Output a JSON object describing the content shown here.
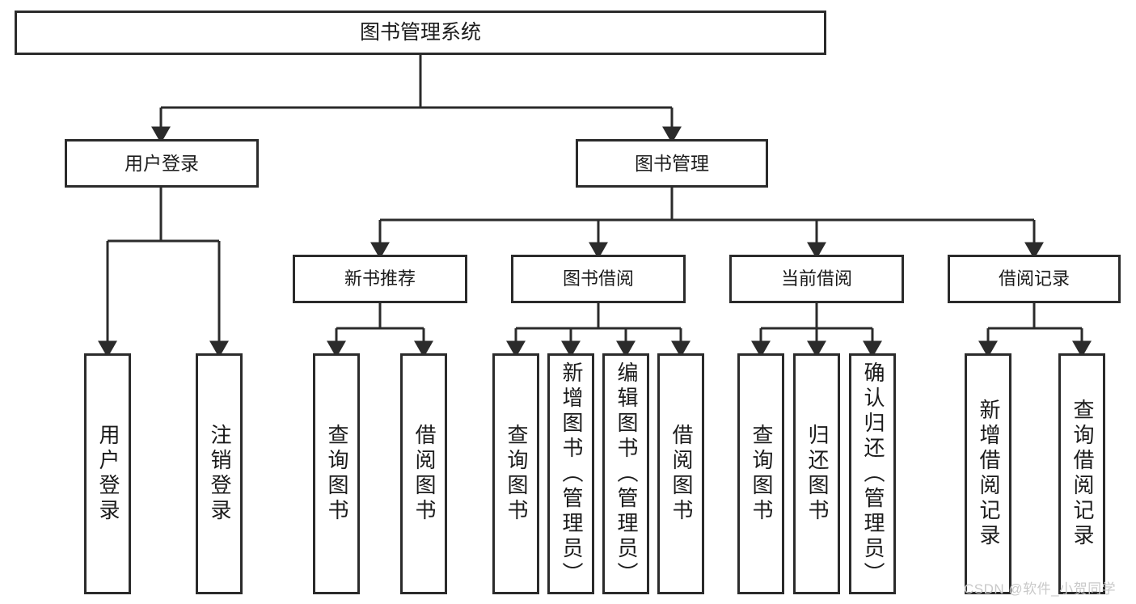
{
  "diagram": {
    "title": "图书管理系统",
    "type": "hierarchy-tree",
    "colors": {
      "border": "#2b2b2b",
      "text": "#1b1b1b",
      "background": "#ffffff",
      "watermark": "#c9c9c9"
    },
    "nodes": {
      "root": {
        "label": "图书管理系统",
        "level": 1
      },
      "level2": [
        {
          "label": "用户登录",
          "level": 2
        },
        {
          "label": "图书管理",
          "level": 2
        }
      ],
      "level3": [
        {
          "label": "新书推荐",
          "level": 3,
          "parent": "图书管理"
        },
        {
          "label": "图书借阅",
          "level": 3,
          "parent": "图书管理"
        },
        {
          "label": "当前借阅",
          "level": 3,
          "parent": "图书管理"
        },
        {
          "label": "借阅记录",
          "level": 3,
          "parent": "图书管理"
        }
      ],
      "leaves": [
        {
          "label": "用户登录",
          "parent": "用户登录"
        },
        {
          "label": "注销登录",
          "parent": "用户登录"
        },
        {
          "label": "查询图书",
          "parent": "新书推荐"
        },
        {
          "label": "借阅图书",
          "parent": "新书推荐"
        },
        {
          "label": "查询图书",
          "parent": "图书借阅"
        },
        {
          "label": "新增图书（管理员）",
          "parent": "图书借阅"
        },
        {
          "label": "编辑图书（管理员）",
          "parent": "图书借阅"
        },
        {
          "label": "借阅图书",
          "parent": "图书借阅"
        },
        {
          "label": "查询图书",
          "parent": "当前借阅"
        },
        {
          "label": "归还图书",
          "parent": "当前借阅"
        },
        {
          "label": "确认归还（管理员）",
          "parent": "当前借阅"
        },
        {
          "label": "新增借阅记录",
          "parent": "借阅记录"
        },
        {
          "label": "查询借阅记录",
          "parent": "借阅记录"
        }
      ]
    },
    "watermark": "CSDN @软件_小贺同学"
  }
}
